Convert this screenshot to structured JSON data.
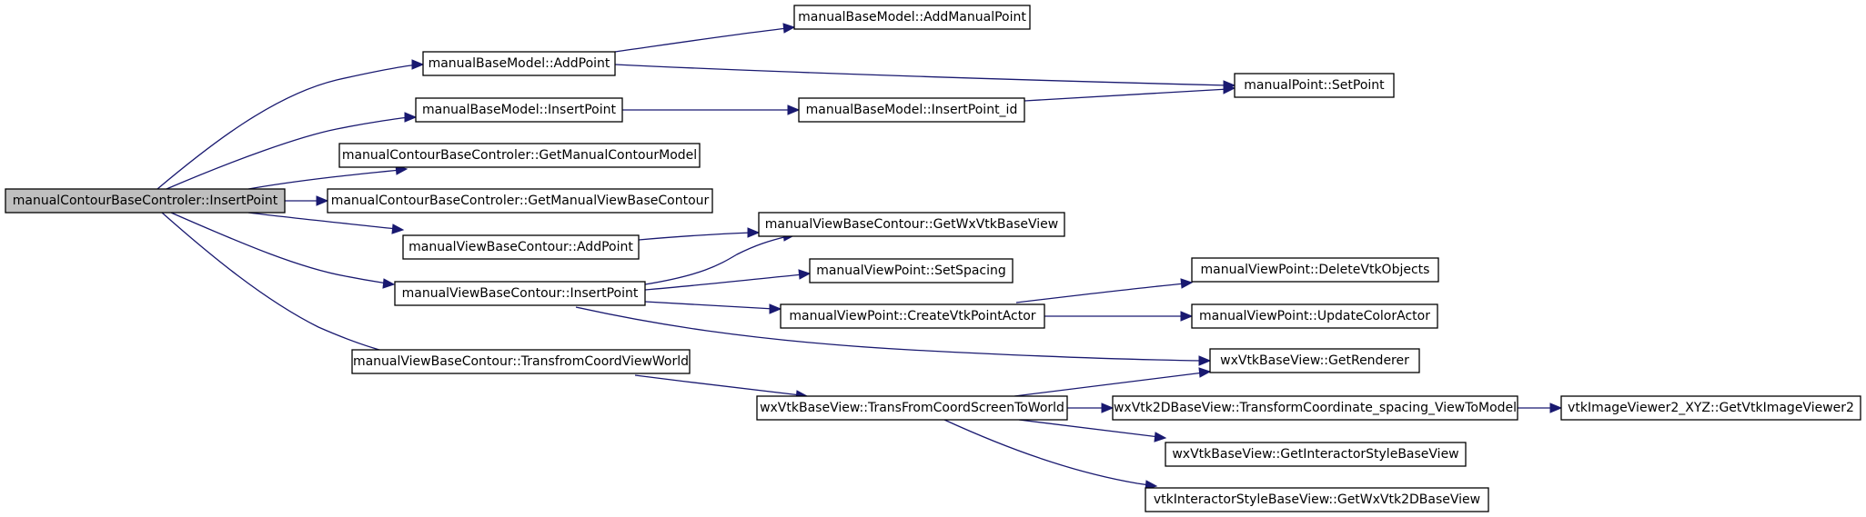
{
  "colors": {
    "edge": "#191970",
    "root_fill": "#bfbfbf",
    "node_fill": "#ffffff",
    "border": "#000000"
  },
  "nodes": {
    "root": "manualContourBaseControler::InsertPoint",
    "addpoint": "manualBaseModel::AddPoint",
    "addmanualpoint": "manualBaseModel::AddManualPoint",
    "setpoint": "manualPoint::SetPoint",
    "insertpoint": "manualBaseModel::InsertPoint",
    "insertpoint_id": "manualBaseModel::InsertPoint_id",
    "getmanualcontourmodel": "manualContourBaseControler::GetManualContourModel",
    "getmanualviewbasecontour": "manualContourBaseControler::GetManualViewBaseContour",
    "getwxvtkbaseview": "manualViewBaseContour::GetWxVtkBaseView",
    "view_addpoint": "manualViewBaseContour::AddPoint",
    "setspacing": "manualViewPoint::SetSpacing",
    "view_insertpoint": "manualViewBaseContour::InsertPoint",
    "deletevtkobjects": "manualViewPoint::DeleteVtkObjects",
    "createvtkpointactor": "manualViewPoint::CreateVtkPointActor",
    "updatecoloractor": "manualViewPoint::UpdateColorActor",
    "getrenderer": "wxVtkBaseView::GetRenderer",
    "transfromcoordviewworld": "manualViewBaseContour::TransfromCoordViewWorld",
    "transfromcoordscreentoworld": "wxVtkBaseView::TransFromCoordScreenToWorld",
    "transformcoordinate": "wxVtk2DBaseView::TransformCoordinate_spacing_ViewToModel",
    "getvtkimageviewer2": "vtkImageViewer2_XYZ::GetVtkImageViewer2",
    "getinteractorstylebaseview": "wxVtkBaseView::GetInteractorStyleBaseView",
    "getwxvtk2dbaseview": "vtkInteractorStyleBaseView::GetWxVtk2DBaseView"
  }
}
